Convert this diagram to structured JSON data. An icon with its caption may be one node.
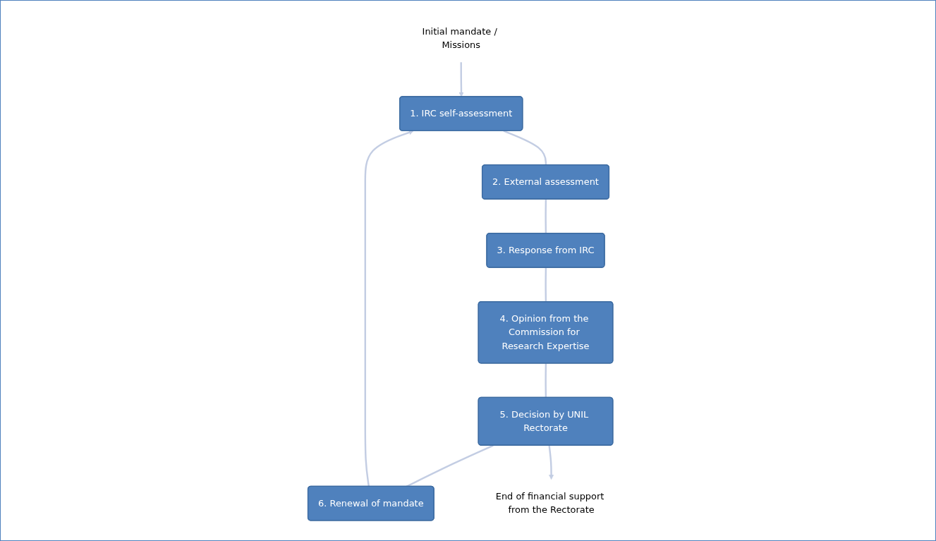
{
  "diagram": {
    "nodes": [
      {
        "text": [
          "Initial mandate / Missions"
        ]
      },
      {
        "text": [
          "1. IRC self-assessment"
        ]
      },
      {
        "text": [
          "6. Renewal of mandate"
        ]
      },
      {
        "text": [
          "2. External assessment"
        ]
      },
      {
        "text": [
          "5. Decision by UNIL Rectorate"
        ]
      },
      {
        "text": [
          "3. Response from IRC"
        ]
      },
      {
        "text": [
          "4. Opinion from the Commission for Research Expertise"
        ]
      },
      {
        "text": [
          "End of financial support from the Rectorate"
        ]
      }
    ],
    "edges": [
      {
        "from": 0,
        "to": 1,
        "arrow": "to"
      },
      {
        "from": 1,
        "to": 3,
        "arrow": "none"
      },
      {
        "from": 3,
        "to": 5,
        "arrow": "none"
      },
      {
        "from": 5,
        "to": 6,
        "arrow": "none"
      },
      {
        "from": 6,
        "to": 4,
        "arrow": "none"
      },
      {
        "from": 4,
        "to": 2,
        "arrow": "none"
      },
      {
        "from": 2,
        "to": 1,
        "arrow": "to"
      },
      {
        "from": 4,
        "to": 7,
        "arrow": "to"
      }
    ]
  }
}
